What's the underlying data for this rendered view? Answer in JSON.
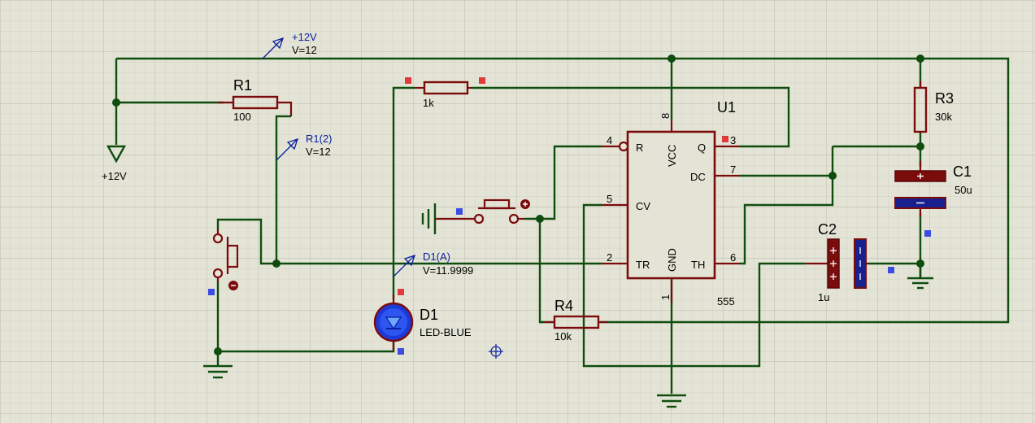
{
  "supply_probe": {
    "name": "+12V",
    "value": "V=12"
  },
  "power_terminal": {
    "label": "+12V"
  },
  "r1": {
    "ref": "R1",
    "value": "100"
  },
  "r1_probe": {
    "name": "R1(2)",
    "value": "V=12"
  },
  "r_top": {
    "value": "1k"
  },
  "u1": {
    "ref": "U1",
    "type": "555",
    "pins": {
      "reset": "R",
      "vcc": "VCC",
      "q": "Q",
      "dc": "DC",
      "cv": "CV",
      "tr": "TR",
      "gnd": "GND",
      "th": "TH"
    },
    "pin_numbers": {
      "reset": "4",
      "vcc": "8",
      "q": "3",
      "dc": "7",
      "cv": "5",
      "tr": "2",
      "gnd": "1",
      "th": "6"
    }
  },
  "r3": {
    "ref": "R3",
    "value": "30k"
  },
  "c1": {
    "ref": "C1",
    "value": "50u"
  },
  "c2": {
    "ref": "C2",
    "value": "1u"
  },
  "r4": {
    "ref": "R4",
    "value": "10k"
  },
  "d1": {
    "ref": "D1",
    "type": "LED-BLUE"
  },
  "d1_probe": {
    "name": "D1(A)",
    "value": "V=11.9999"
  },
  "colors": {
    "background": "#e4e4d6",
    "grid": "#c3c3b3",
    "wire": "#0f4d0f",
    "component": "#7a0c0c",
    "probe": "#0a1e9e",
    "led": "#1d3ad8",
    "logic_high": "#e03a3a",
    "logic_low": "#3a4de0"
  }
}
